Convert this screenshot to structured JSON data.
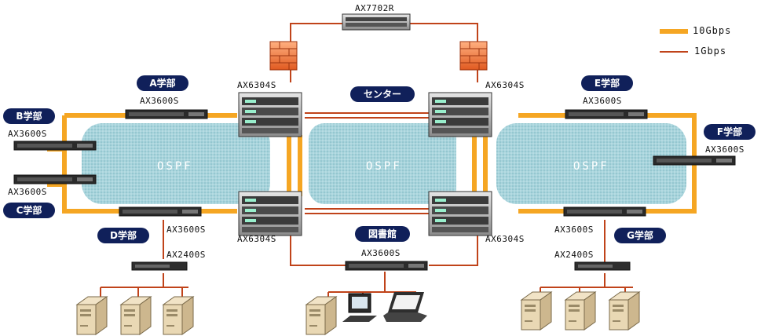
{
  "legend": {
    "items": [
      {
        "label": "10Gbps",
        "color": "#f5a623"
      },
      {
        "label": "1Gbps",
        "color": "#c0431a"
      }
    ]
  },
  "colors": {
    "link_10g": "#f5a623",
    "link_1g": "#c0431a",
    "ospf_area": "#a8d4dc",
    "badge_bg": "#10205a"
  },
  "areas": [
    {
      "label": "OSPF"
    },
    {
      "label": "OSPF"
    },
    {
      "label": "OSPF"
    }
  ],
  "badges": {
    "a": "A学部",
    "b": "B学部",
    "c": "C学部",
    "d": "D学部",
    "e": "E学部",
    "f": "F学部",
    "g": "G学部",
    "center": "センター",
    "library": "図書館"
  },
  "devices": {
    "top_router": "AX7702R",
    "core_tl": "AX6304S",
    "core_tr": "AX6304S",
    "core_bl": "AX6304S",
    "core_br": "AX6304S",
    "sw_a": "AX3600S",
    "sw_b": "AX3600S",
    "sw_c": "AX3600S",
    "sw_d": "AX3600S",
    "sw_e": "AX3600S",
    "sw_f": "AX3600S",
    "sw_g": "AX3600S",
    "sw_lib": "AX3600S",
    "edge_d": "AX2400S",
    "edge_g": "AX2400S"
  },
  "icons": {
    "firewall": "firewall-icon",
    "core_switch": "chassis-switch-icon",
    "edge_switch": "switch-icon",
    "server": "server-icon",
    "pc": "desktop-pc-icon",
    "laptop": "laptop-icon"
  }
}
